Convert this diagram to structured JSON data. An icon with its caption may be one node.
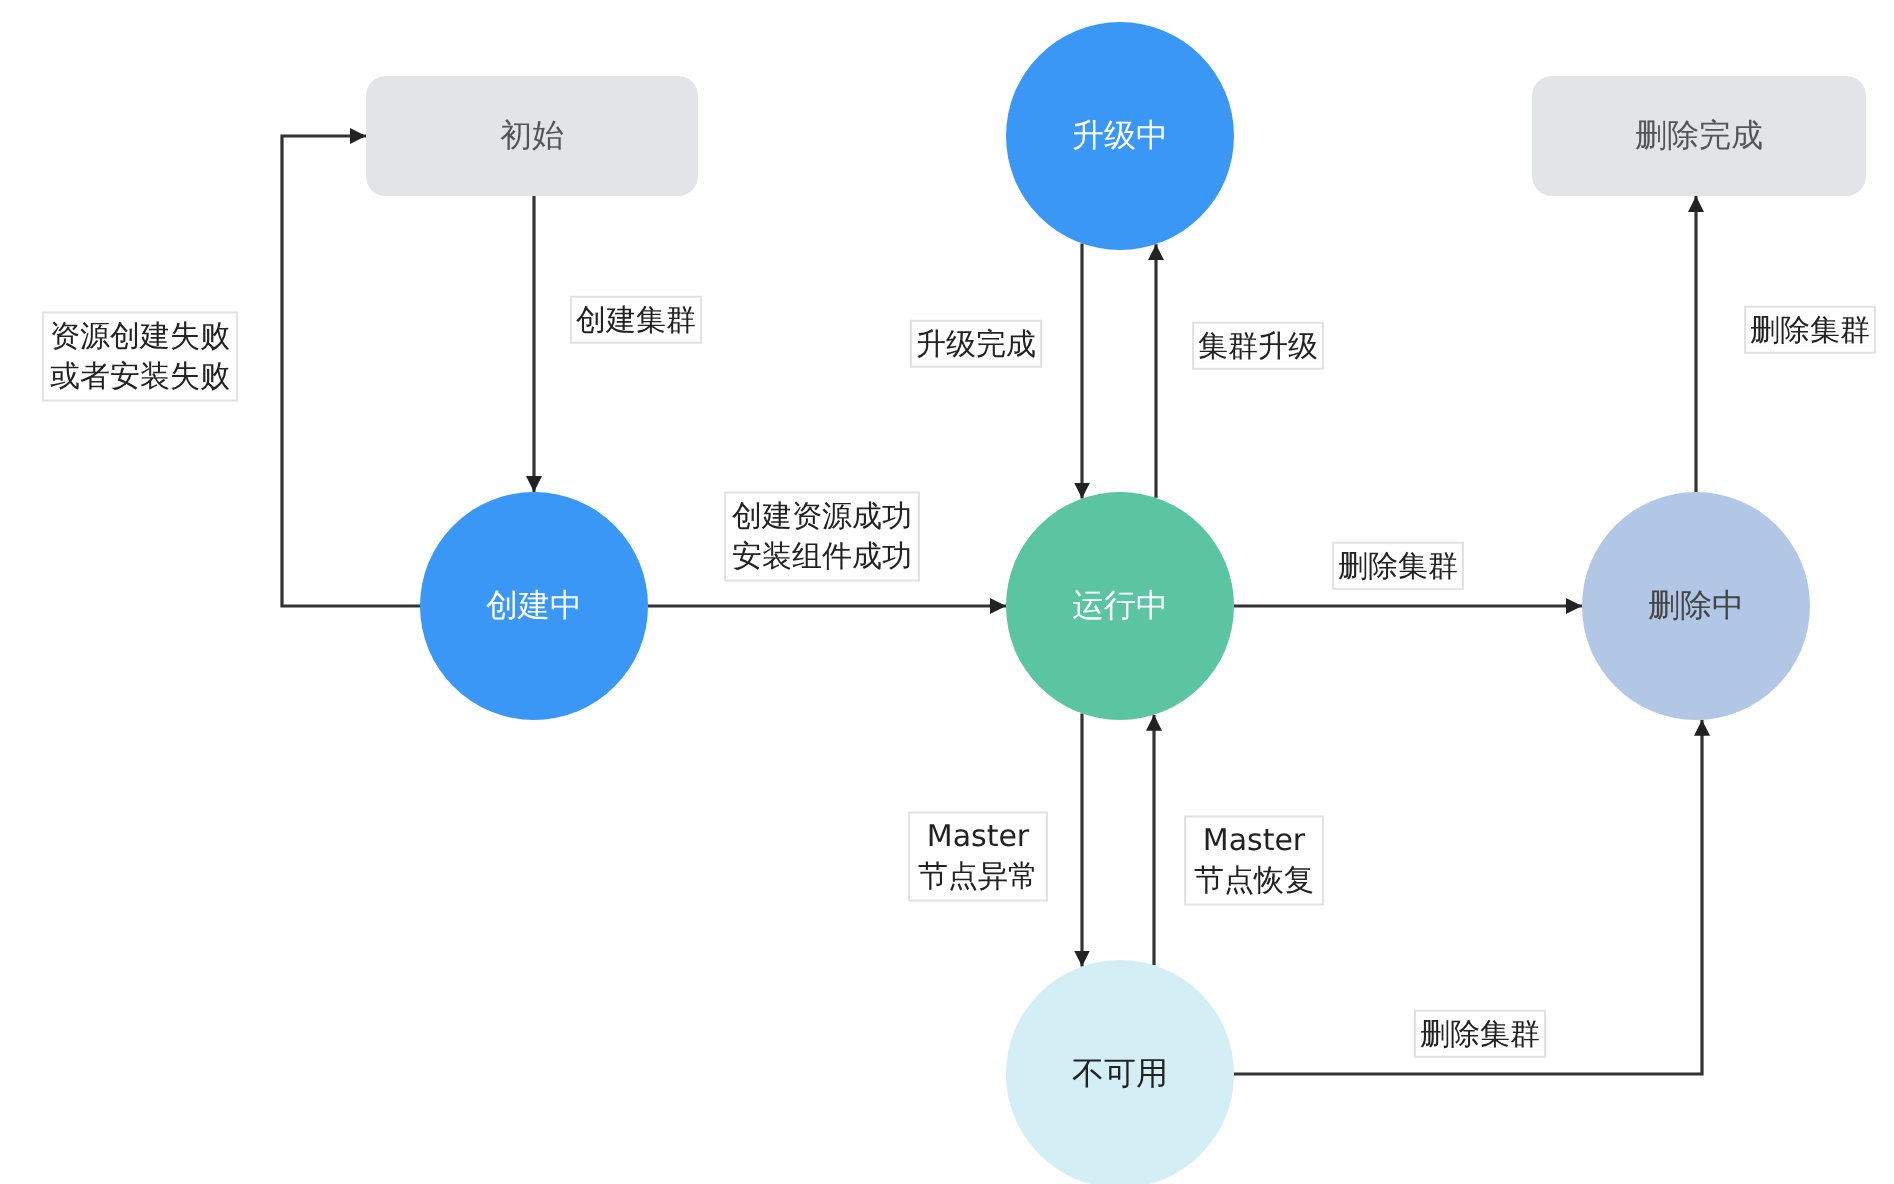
{
  "diagram": {
    "nodes": [
      {
        "text": [
          "初始"
        ]
      },
      {
        "text": [
          "升级中"
        ]
      },
      {
        "text": [
          "删除完成"
        ]
      },
      {
        "text": [
          "创建中"
        ]
      },
      {
        "text": [
          "运行中"
        ]
      },
      {
        "text": [
          "删除中"
        ]
      },
      {
        "text": [
          "不可用"
        ]
      }
    ],
    "edges": [
      {
        "from": 0,
        "to": 3,
        "arrow": "to",
        "label": "创建集群"
      },
      {
        "from": 3,
        "to": 0,
        "arrow": "to",
        "label": "资源创建失败或者安装失败"
      },
      {
        "from": 3,
        "to": 4,
        "arrow": "to",
        "label": "创建资源成功安装组件成功"
      },
      {
        "from": 1,
        "to": 4,
        "arrow": "to",
        "label": "升级完成"
      },
      {
        "from": 4,
        "to": 1,
        "arrow": "to",
        "label": "集群升级"
      },
      {
        "from": 4,
        "to": 5,
        "arrow": "to",
        "label": "删除集群"
      },
      {
        "from": 5,
        "to": 2,
        "arrow": "to",
        "label": "删除集群"
      },
      {
        "from": 4,
        "to": 6,
        "arrow": "to",
        "label": "Master 节点异常"
      },
      {
        "from": 6,
        "to": 4,
        "arrow": "to",
        "label": "Master 节点恢复"
      },
      {
        "from": 6,
        "to": 5,
        "arrow": "to",
        "label": "删除集群"
      }
    ]
  }
}
